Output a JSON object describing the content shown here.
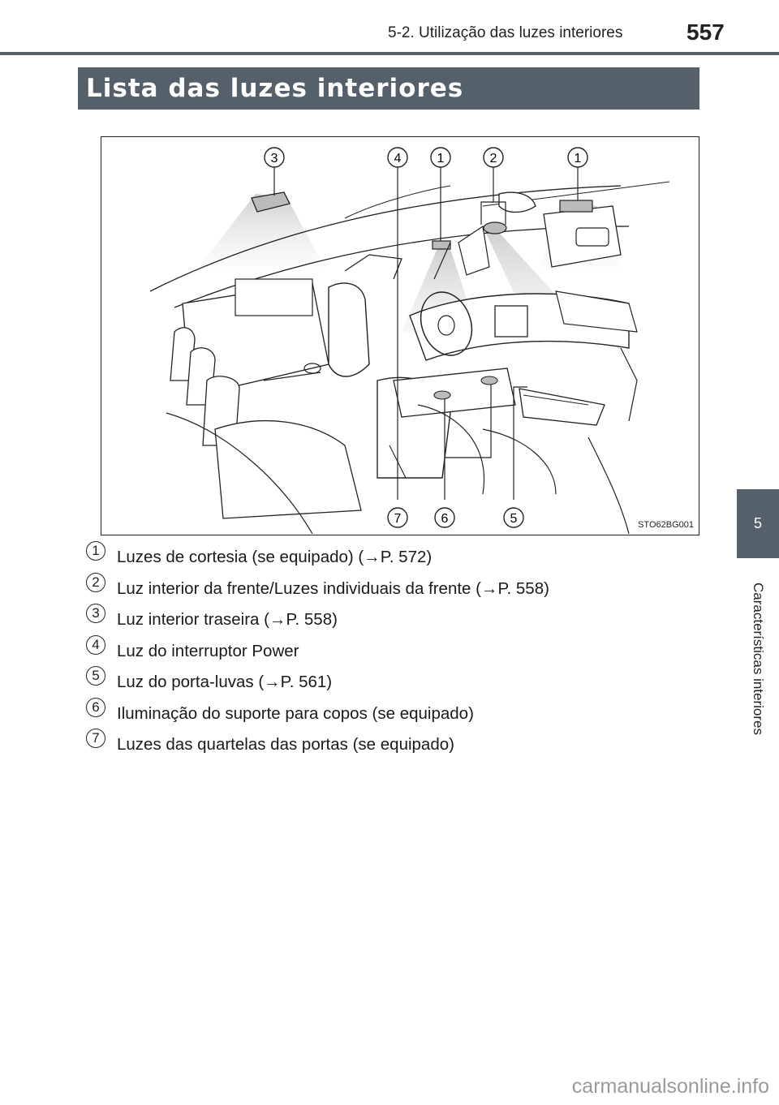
{
  "header": {
    "section_title": "5-2. Utilização das luzes interiores",
    "page_number": "557"
  },
  "side_tab": {
    "chapter_number": "5",
    "chapter_title": "Características interiores"
  },
  "section": {
    "title": "Lista das luzes interiores"
  },
  "figure": {
    "code": "STO62BG001",
    "callouts_top": [
      "3",
      "4",
      "1",
      "2",
      "1"
    ],
    "callouts_bottom": [
      "7",
      "6",
      "5"
    ]
  },
  "items": [
    {
      "num": "1",
      "text": "Luzes de cortesia (se equipado) (→P. 572)"
    },
    {
      "num": "2",
      "text": "Luz interior da frente/Luzes individuais da frente (→P. 558)"
    },
    {
      "num": "3",
      "text": "Luz interior traseira (→P. 558)"
    },
    {
      "num": "4",
      "text": "Luz do interruptor Power"
    },
    {
      "num": "5",
      "text": "Luz do porta-luvas (→P. 561)"
    },
    {
      "num": "6",
      "text": "Iluminação do suporte para copos (se equipado)"
    },
    {
      "num": "7",
      "text": "Luzes das quartelas das portas (se equipado)"
    }
  ],
  "watermark": "carmanualsonline.info"
}
